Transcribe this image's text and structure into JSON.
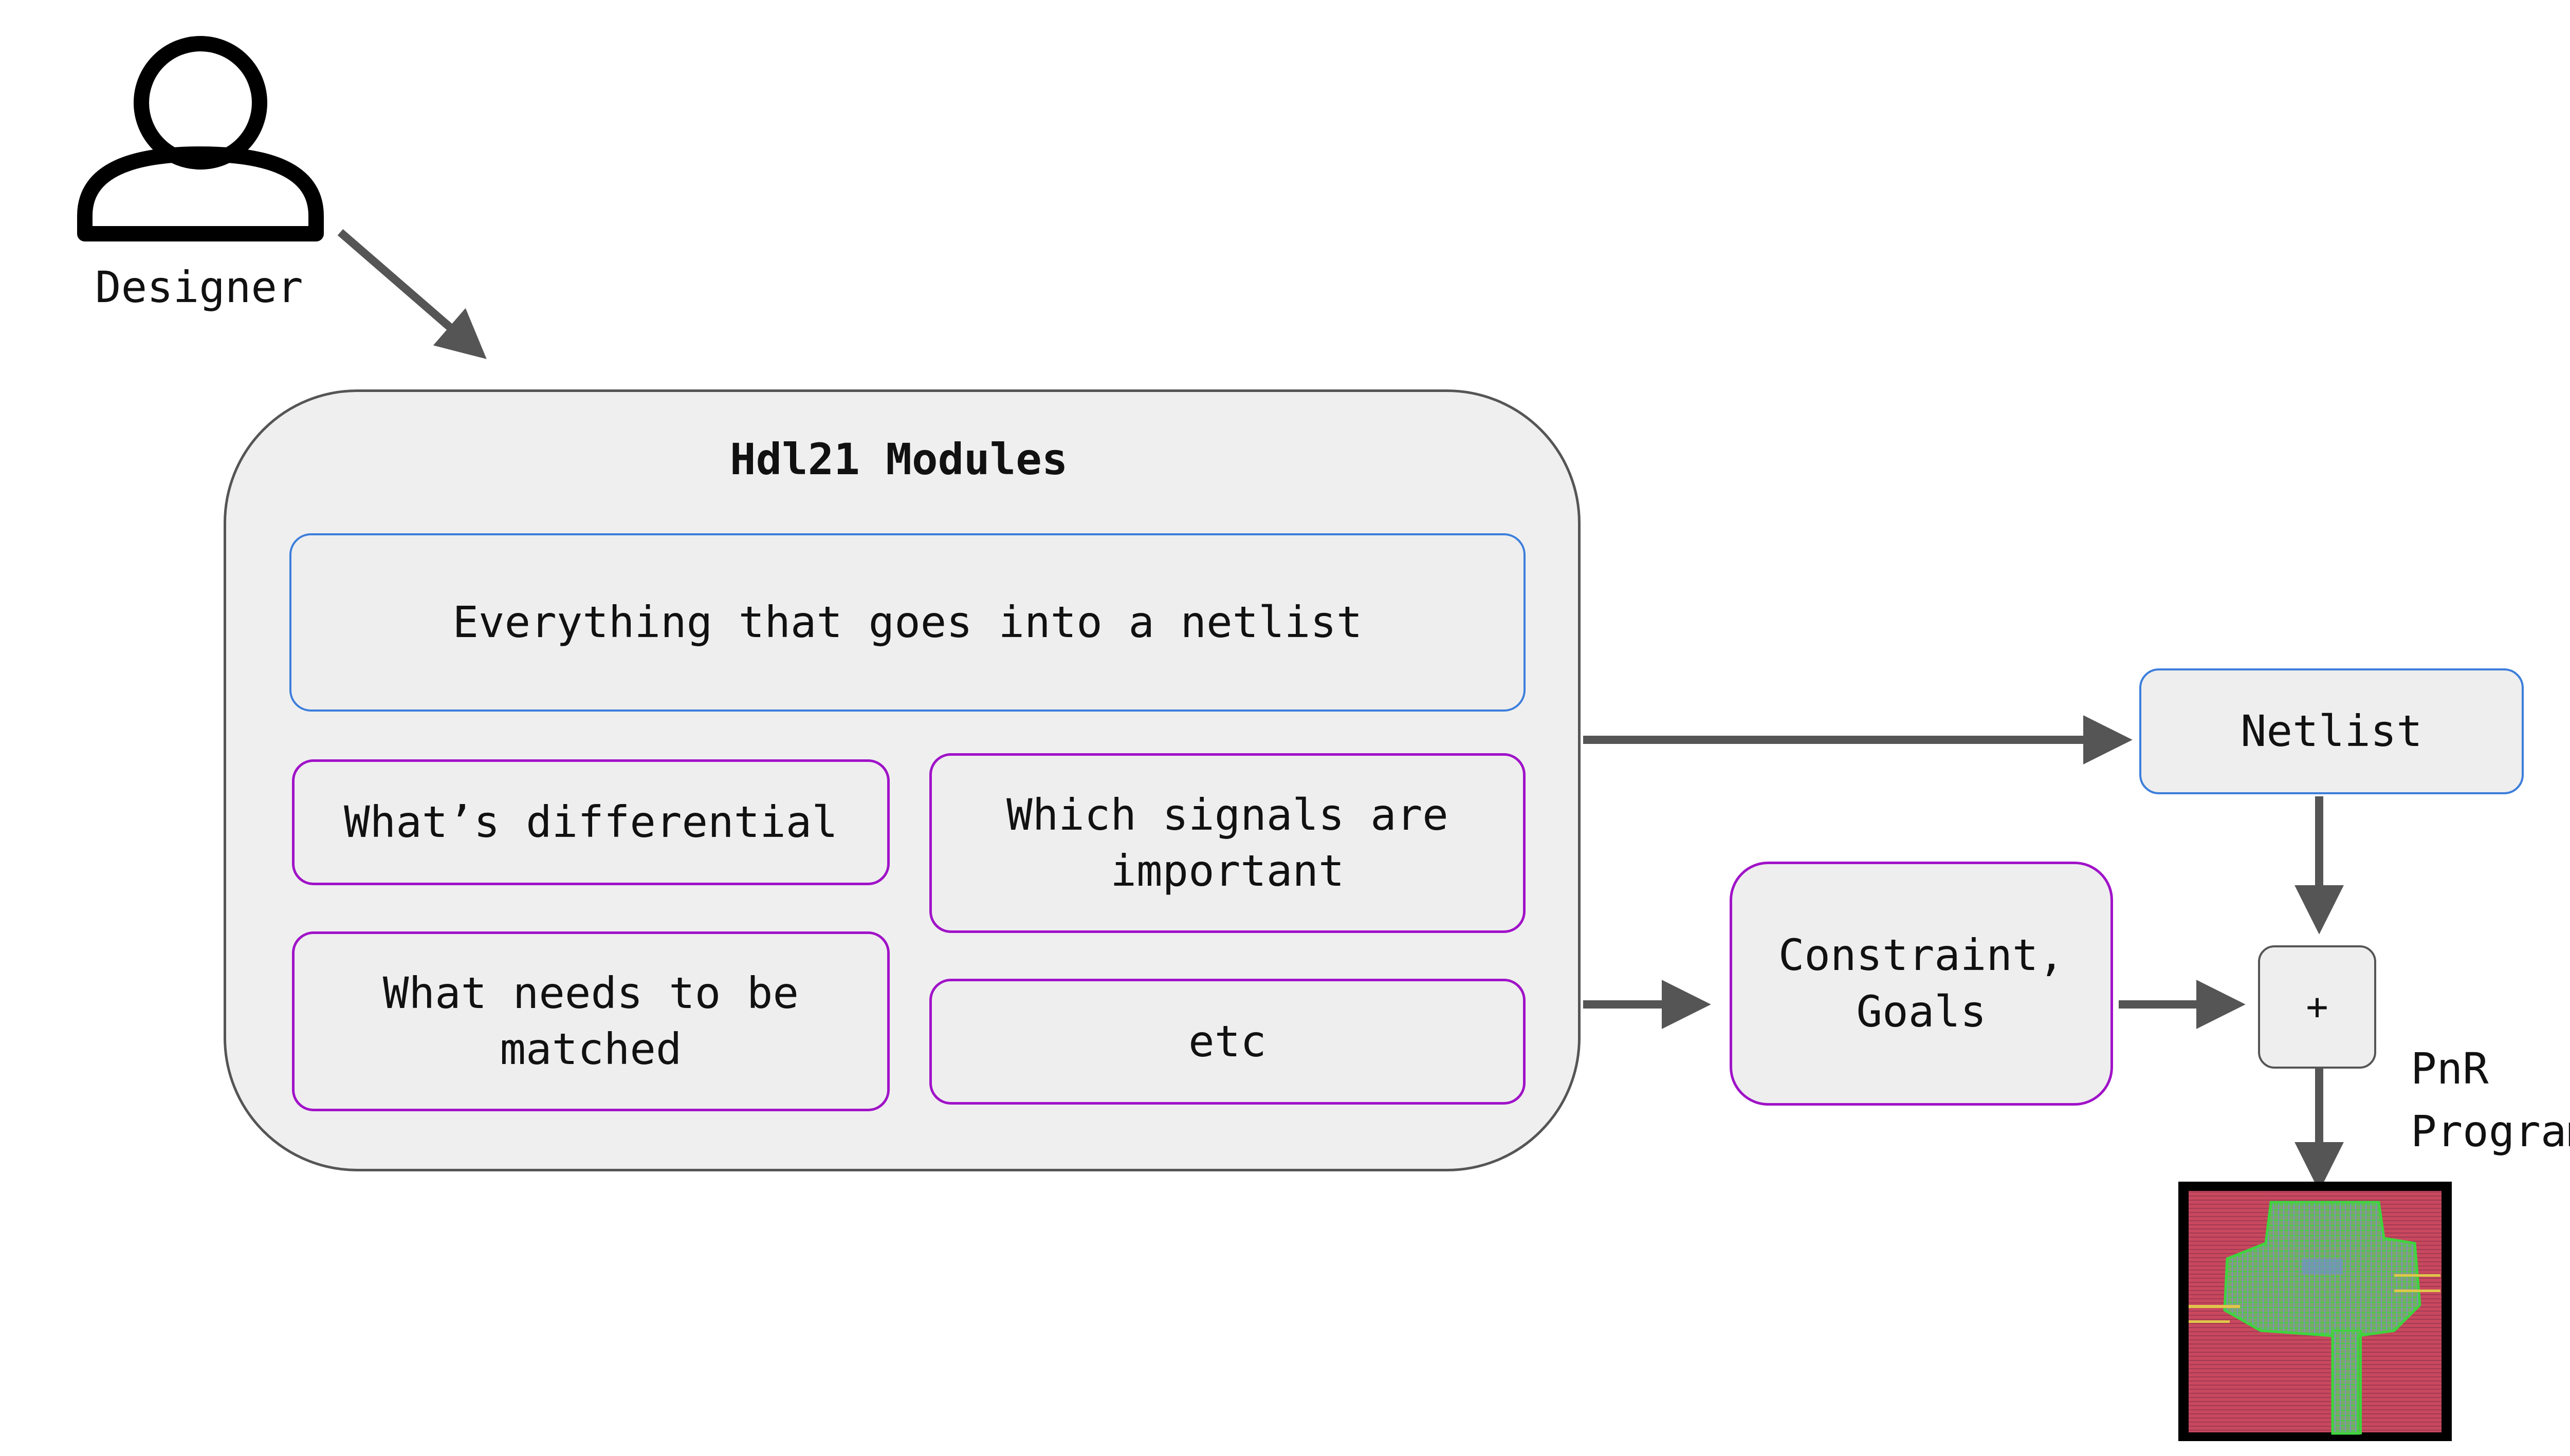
{
  "designer": {
    "label": "Designer",
    "icon": "person-icon"
  },
  "modules": {
    "title": "Hdl21 Modules",
    "netlist_contents": "Everything that goes into a netlist",
    "differential": "What’s differential",
    "important_signals": "Which signals are important",
    "matched": "What needs to be matched",
    "etc": "etc"
  },
  "outputs": {
    "netlist": "Netlist",
    "constraints": "Constraint, Goals",
    "plus": "+",
    "pnr": "PnR Program"
  },
  "layout_image": {
    "icon": "chip-layout-image"
  },
  "colors": {
    "blue_border": "#3c7edb",
    "purple_border": "#a012c8",
    "box_fill": "#eeeeee",
    "arrow": "#555555",
    "chip_fill": "#c8485e",
    "chip_routing": "#3fd43f"
  }
}
